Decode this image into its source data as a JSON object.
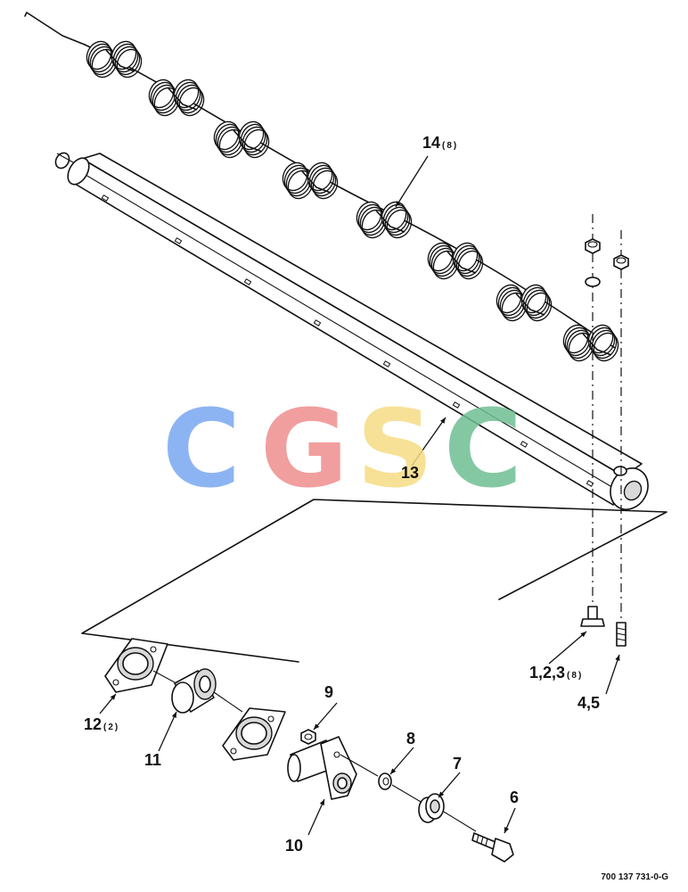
{
  "watermark": {
    "letters": [
      {
        "char": "C",
        "color": "#7aa8f0"
      },
      {
        "char": "G",
        "color": "#ef8e8e"
      },
      {
        "char": "S",
        "color": "#f6dc84"
      },
      {
        "char": "C",
        "color": "#6fbf94"
      }
    ]
  },
  "callouts": {
    "c14": {
      "num": "14",
      "qty": "(8)"
    },
    "c13": {
      "num": "13",
      "qty": ""
    },
    "c123": {
      "num": "1,2,3",
      "qty": "(8)"
    },
    "c45": {
      "num": "4,5",
      "qty": ""
    },
    "c12": {
      "num": "12",
      "qty": "(2)"
    },
    "c11": {
      "num": "11",
      "qty": ""
    },
    "c10": {
      "num": "10",
      "qty": ""
    },
    "c9": {
      "num": "9",
      "qty": ""
    },
    "c8": {
      "num": "8",
      "qty": ""
    },
    "c7": {
      "num": "7",
      "qty": ""
    },
    "c6": {
      "num": "6",
      "qty": ""
    }
  },
  "figure_id": "700 137 731-0-G"
}
